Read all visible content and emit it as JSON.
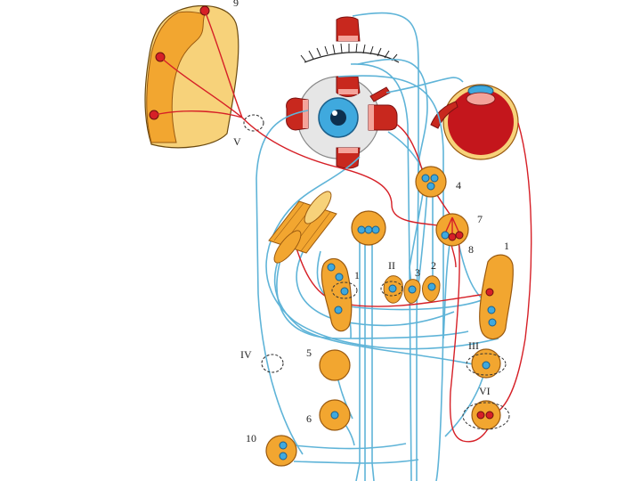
{
  "labels": {
    "n9": "9",
    "nV": "V",
    "n4": "4",
    "n7": "7",
    "n8": "8",
    "n1a": "1",
    "n1b": "1",
    "nII": "II",
    "n3": "3",
    "n2": "2",
    "nIII": "III",
    "nIV": "IV",
    "n5": "5",
    "nVI": "VI",
    "n6": "6",
    "n10": "10"
  },
  "colors": {
    "nucleus_fill": "#f2a630",
    "nucleus_stroke": "#9a5a10",
    "neuron_blue": "#3fa9de",
    "neuron_red": "#d62027",
    "fiber_blue": "#5fb4d8",
    "fiber_red": "#d62027",
    "muscle_red": "#c8281e",
    "eyeball_red": "#c4161c",
    "cortex_fill": "#f7d27a"
  }
}
